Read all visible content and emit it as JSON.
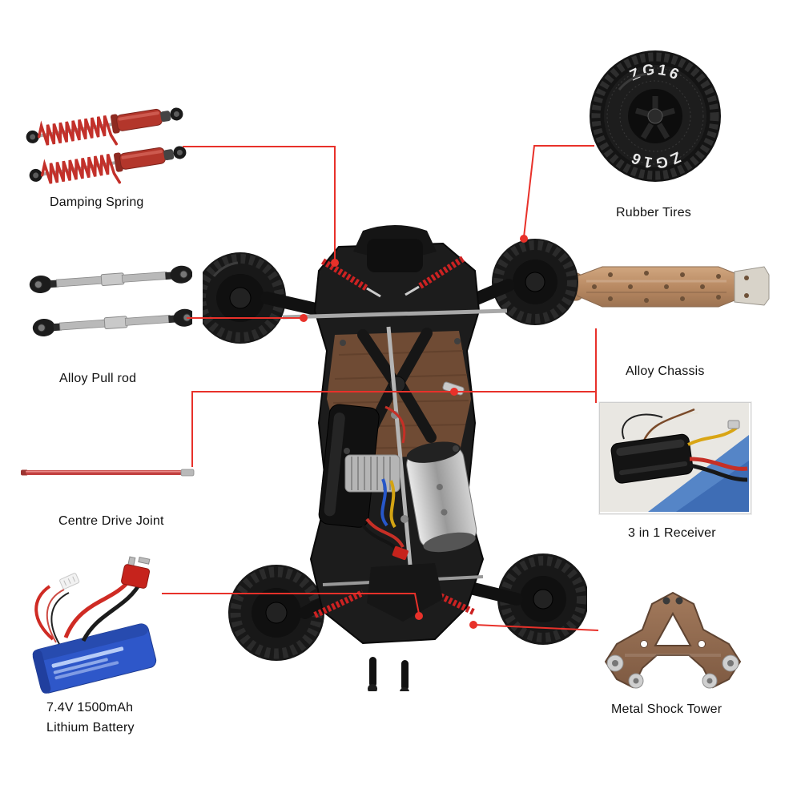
{
  "labels": {
    "damping_spring": "Damping Spring",
    "rubber_tires": "Rubber Tires",
    "alloy_pull_rod": "Alloy Pull rod",
    "alloy_chassis": "Alloy Chassis",
    "centre_drive_joint": "Centre Drive Joint",
    "receiver": "3 in 1 Receiver",
    "battery_line1": "7.4V 1500mAh",
    "battery_line2": "Lithium Battery",
    "metal_shock_tower": "Metal Shock Tower"
  },
  "tire": {
    "brand_text": "ZG16"
  },
  "colors": {
    "callout": "#e8312a",
    "spring_red": "#c3302a",
    "chassis_bronze": "#b98a63",
    "battery_blue": "#2e57c9",
    "label_text": "#111111"
  }
}
